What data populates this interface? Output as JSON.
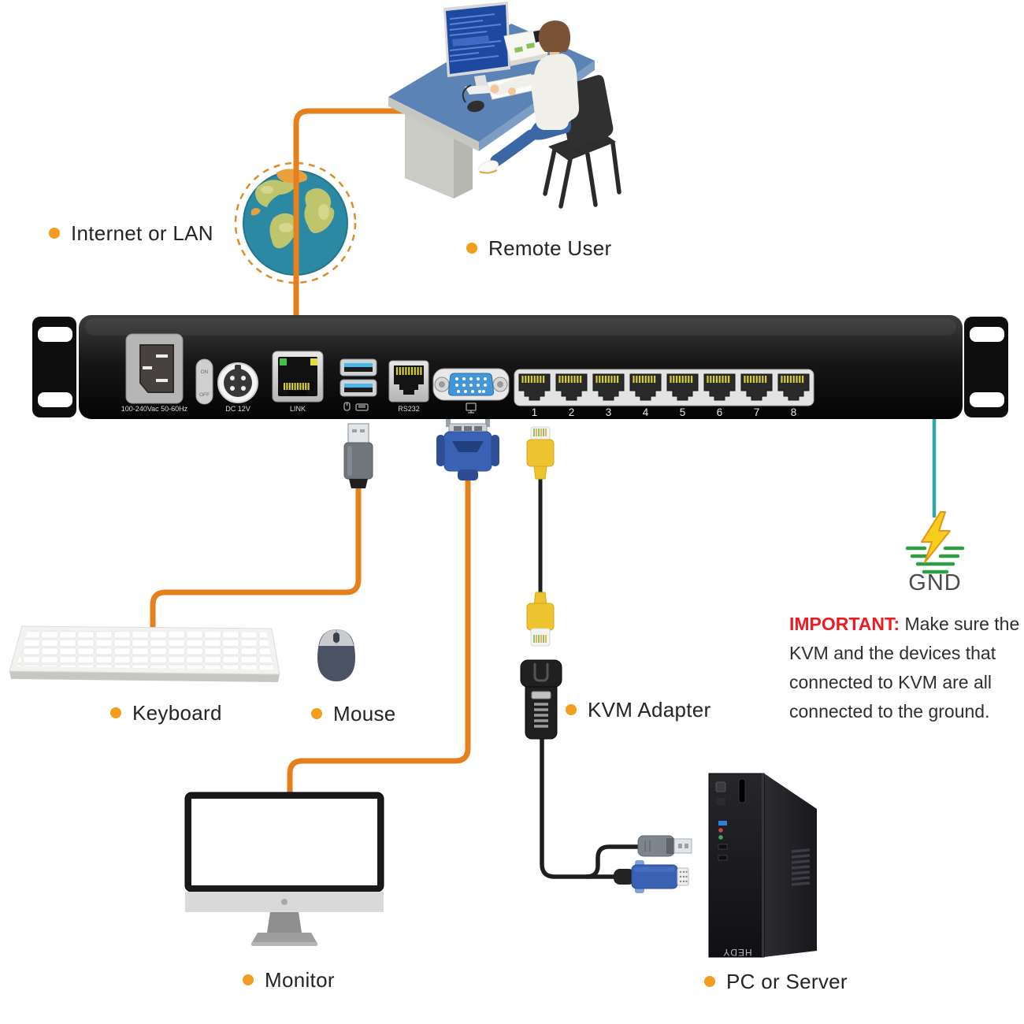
{
  "colors": {
    "accent_bullet": "#F39C1D",
    "cable_orange": "#E5801C",
    "ground_teal": "#2EA9A5",
    "important_red": "#ED1C24",
    "vga_blue": "#3A62B4",
    "rj45_yellow": "#EDC42F",
    "ground_green": "#2F9E44",
    "bolt_yellow": "#F7CE1B"
  },
  "labels": {
    "internet": "Internet or LAN",
    "remote_user": "Remote User",
    "keyboard": "Keyboard",
    "mouse": "Mouse",
    "monitor": "Monitor",
    "kvm_adapter": "KVM Adapter",
    "pc_server": "PC  or Server",
    "gnd": "GND"
  },
  "rack": {
    "power_label": "100-240Vac 50-60Hz",
    "switch_on": "ON",
    "switch_off": "OFF",
    "dc_label": "DC 12V",
    "link_label": "LINK",
    "rs232_label": "RS232",
    "ports": [
      "1",
      "2",
      "3",
      "4",
      "5",
      "6",
      "7",
      "8"
    ]
  },
  "pc": {
    "brand": "HEDY"
  },
  "important": {
    "heading": "IMPORTANT:",
    "body": " Make sure the KVM and the devices that connected to KVM are all connected to the ground."
  }
}
